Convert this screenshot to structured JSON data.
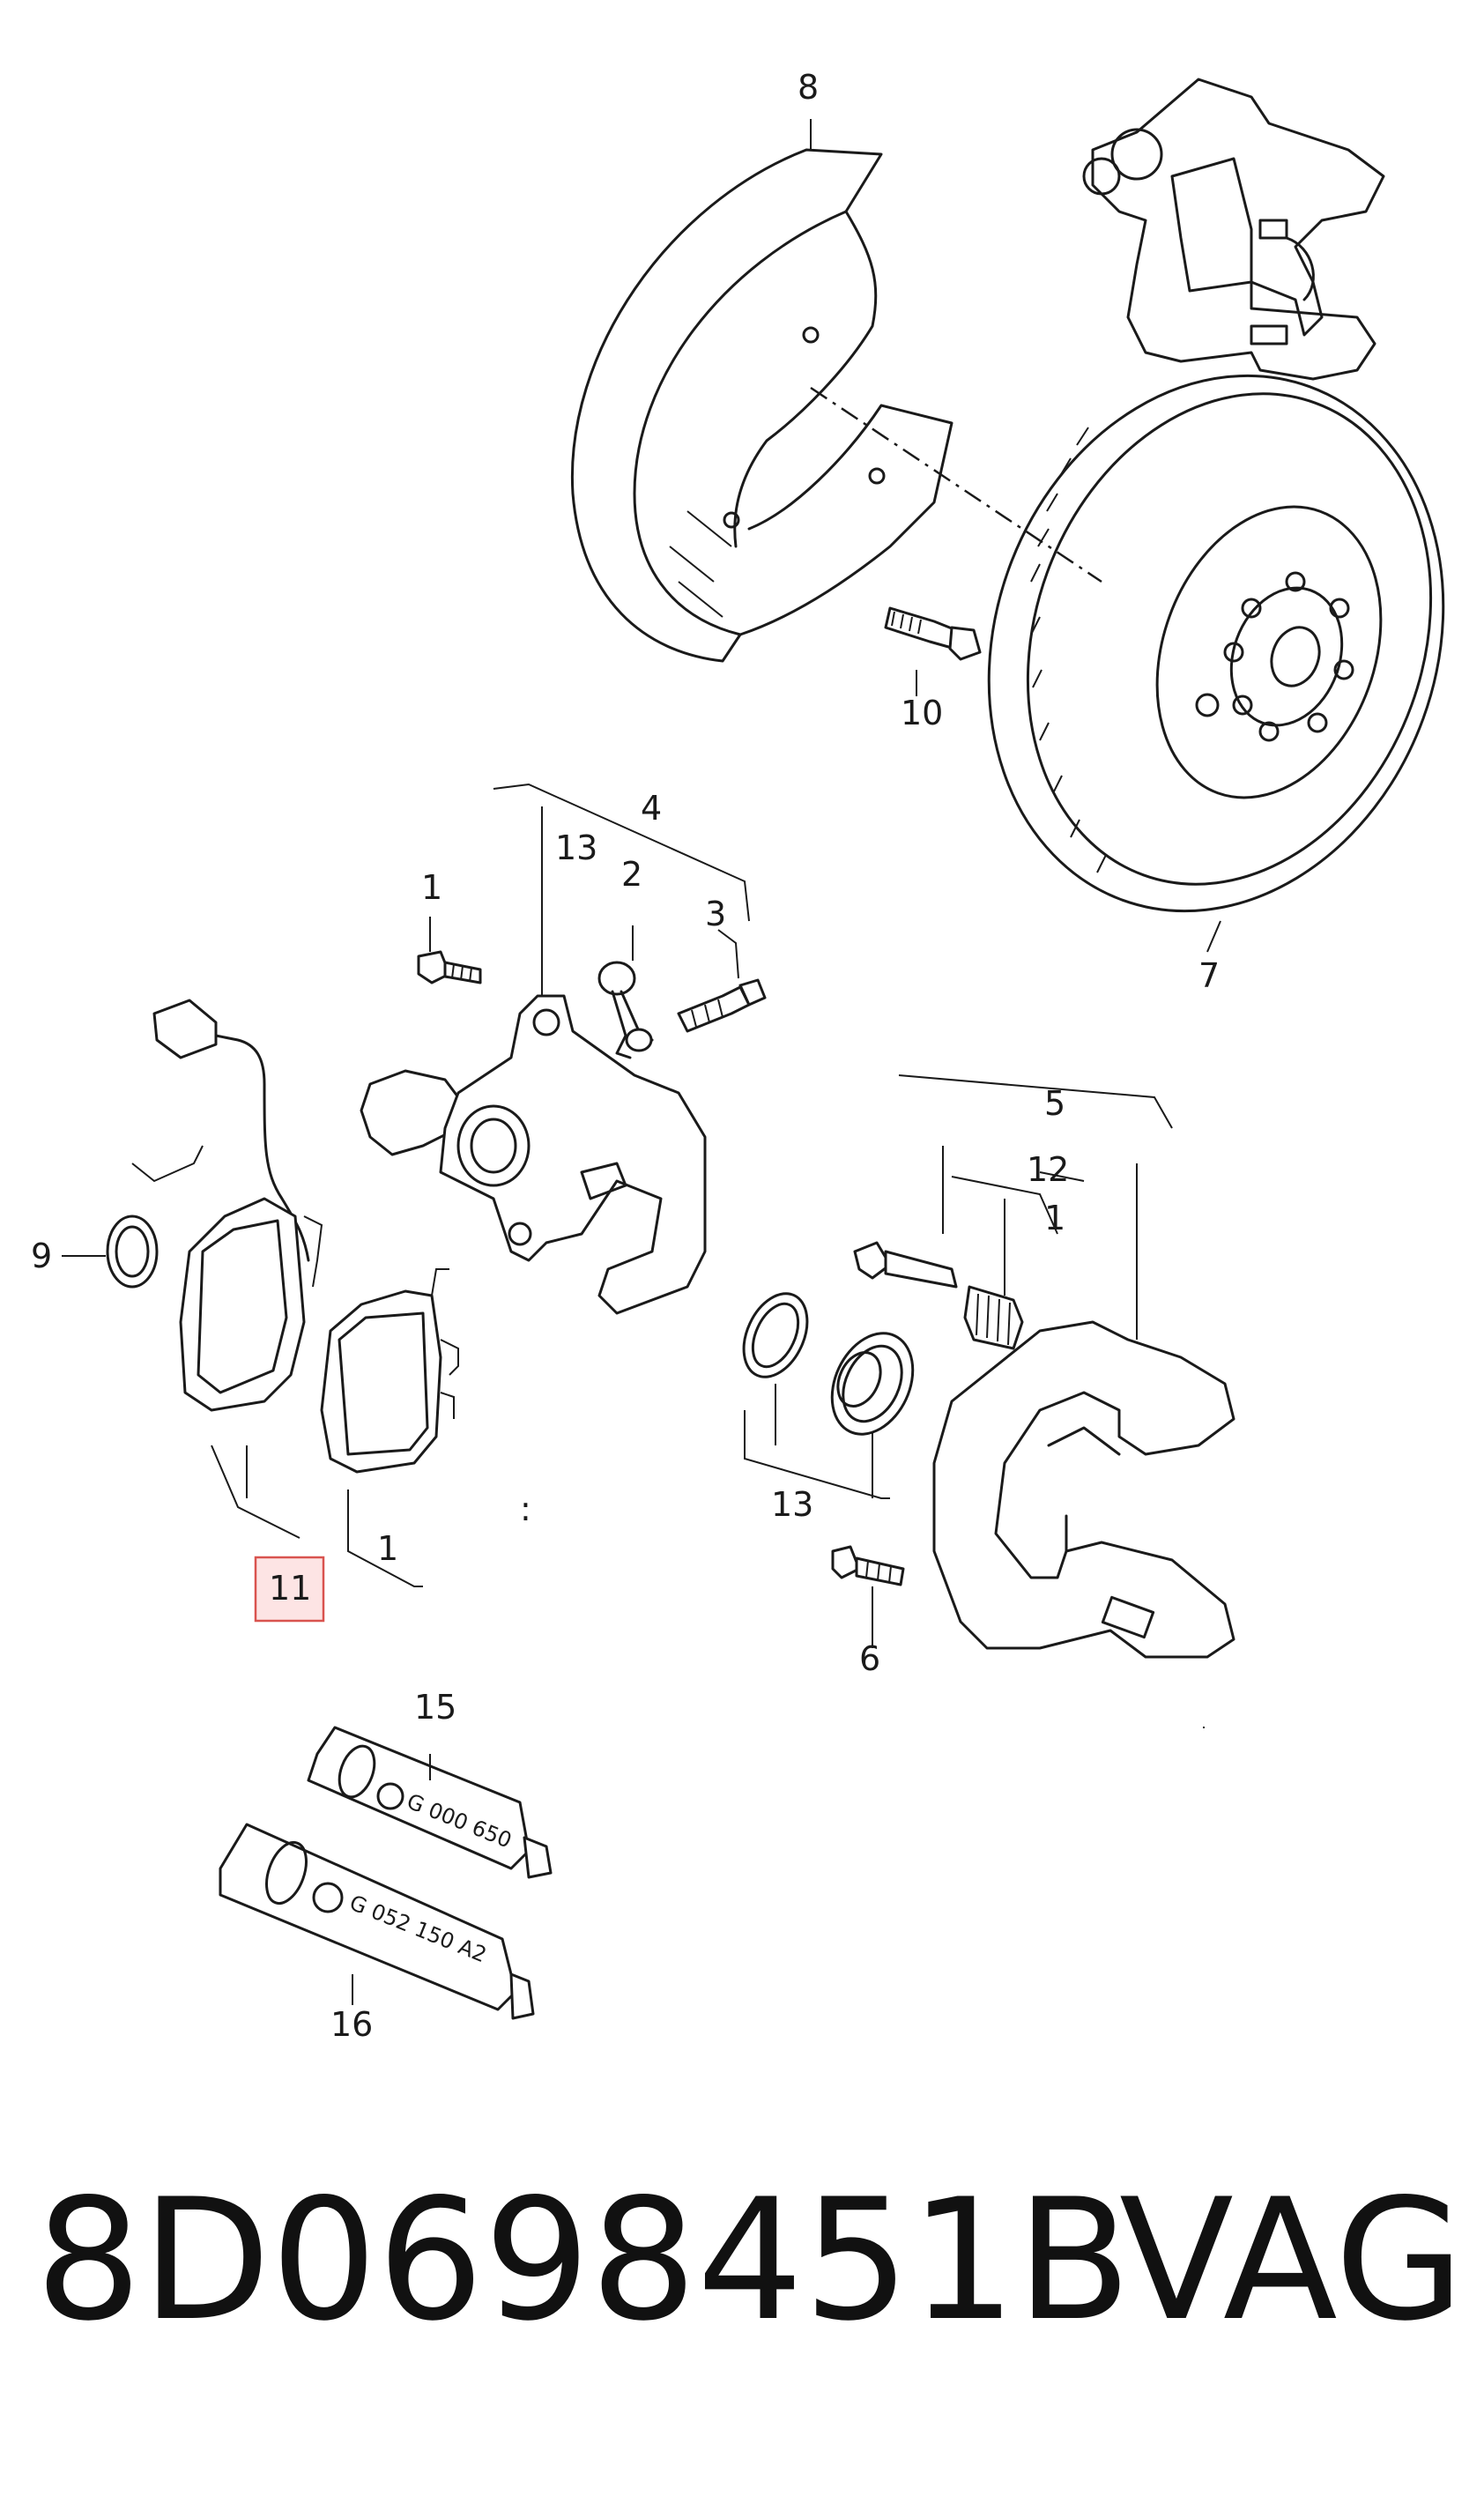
{
  "callouts": {
    "c1a": "1",
    "c1b": "1",
    "c1c": "1",
    "c2": "2",
    "c3": "3",
    "c4": "4",
    "c5": "5",
    "c6": "6",
    "c7": "7",
    "c8": "8",
    "c9": "9",
    "c10": "10",
    "c11": "11",
    "c12": "12",
    "c13a": "13",
    "c13b": "13",
    "c15": "15",
    "c16": "16",
    "colon": ":"
  },
  "tubes": {
    "t15_code": "G 000 650",
    "t16_code": "G 052 150 A2"
  },
  "footer": {
    "part_number": "8D0698451B",
    "brand": "VAG"
  },
  "colors": {
    "line": "#1a1a1a",
    "highlight_fill": "#fde4e4",
    "highlight_stroke": "#d9534f"
  }
}
